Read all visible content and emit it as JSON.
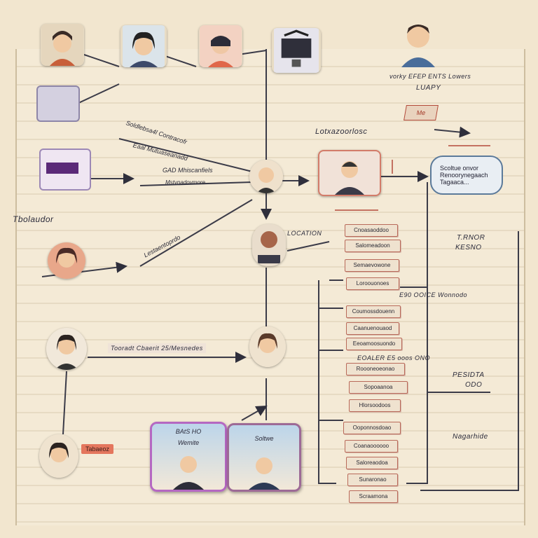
{
  "title": "Tbolaudor",
  "header_notes": {
    "line1": "vorky EFEP ENTS Lowers",
    "line2": "LUAPY",
    "flag": "Me"
  },
  "center_label": "Lotxazoorlosc",
  "left_labels": [
    {
      "text": "Soldlebsa4l Contracofr",
      "id": "s1"
    },
    {
      "text": "Eaal Mutuaseanadd",
      "id": "s2"
    },
    {
      "text": "GAD Mhiscanfiels",
      "id": "s3"
    },
    {
      "text": "Mstvnadovmore",
      "id": "s4"
    },
    {
      "text": "Lestaentoprdo",
      "id": "s5"
    }
  ],
  "mid_labels": {
    "iocation": "LOCATION",
    "note": "Tooradt Cbaerit 25/Mesnedes"
  },
  "bubble_lines": [
    "Scoltue onvor",
    "Renoorynegaach",
    "Tagaaca..."
  ],
  "right_notes": {
    "top": "T.RNOR",
    "top2": "KESNO",
    "mid": "E90 OOICE Wonnodo",
    "mid2": "EOALER E5 ooos ONO",
    "side": "PESIDTA",
    "side2": "ODO",
    "low": "Nagarhide"
  },
  "timeline_boxes": [
    "Cnoasaoddoo",
    "Salomeadoon",
    "Semaevowone",
    "Loroouonoes",
    "Coumossdouenn",
    "Caanuenouaod",
    "Eeoamoosuondo",
    "Roooneoeonao",
    "Sopoaanoa",
    "Hlorsoodoos",
    "Ooponnosdoao",
    "Coanaoooooo",
    "Saloreaodoa",
    "Sunaronao",
    "Scraamona"
  ],
  "bottom_tag": "Tabaeoz",
  "cards": [
    {
      "title": "BAtS HO",
      "subtitle": "Wemite"
    },
    {
      "title": "Soltwe",
      "subtitle": ""
    }
  ],
  "colors": {
    "accent_red": "#e4765d",
    "wire": "#3b3b48",
    "card_border": "#b568c2"
  }
}
